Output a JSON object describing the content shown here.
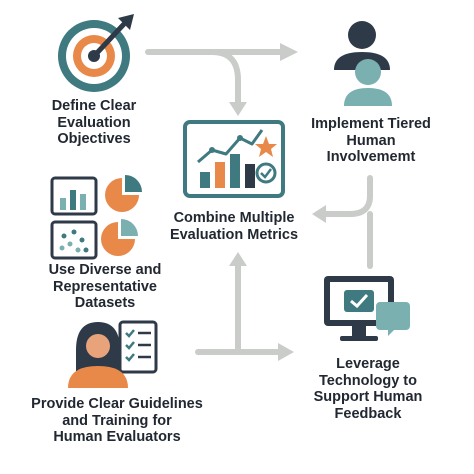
{
  "nodes": {
    "define_objectives": {
      "lines": [
        "Define Clear",
        "Evaluation",
        "Objectives"
      ]
    },
    "tiered_involvement": {
      "lines": [
        "Implement Tiered",
        "Human",
        "Involvememt"
      ]
    },
    "combine_metrics": {
      "lines": [
        "Combine Multiple",
        "Evaluation Metrics"
      ]
    },
    "diverse_datasets": {
      "lines": [
        "Use Diverse and",
        "Representative",
        "Datasets"
      ]
    },
    "guidelines_training": {
      "lines": [
        "Provide Clear Guidelines",
        "and Training for",
        "Human Evaluators"
      ]
    },
    "leverage_technology": {
      "lines": [
        "Leverage",
        "Technology to",
        "Support Human",
        "Feedback"
      ]
    }
  },
  "icons": {
    "define_objectives": "target-arrow-icon",
    "tiered_involvement": "two-people-icon",
    "combine_metrics": "chart-monitor-icon",
    "diverse_datasets": "charts-grid-icon",
    "guidelines_training": "person-checklist-icon",
    "leverage_technology": "monitor-chat-icon"
  },
  "colors": {
    "teal": "#3e7a80",
    "light_teal": "#7ab0b0",
    "orange": "#e8894a",
    "navy": "#2f3a48",
    "arrow_gray": "#c9ccc8"
  }
}
